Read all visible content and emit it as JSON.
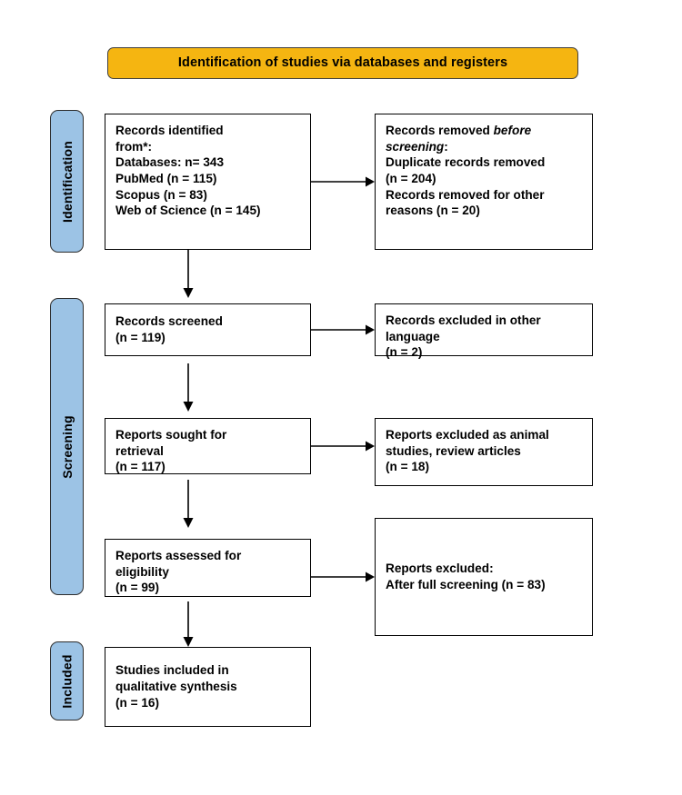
{
  "diagram": {
    "type": "prisma-flow-diagram",
    "title": "Identification of studies via databases and registers",
    "colors": {
      "banner": "#F5B511",
      "stage_tab": "#9CC3E5",
      "box_border": "#000000",
      "background": "#FFFFFF",
      "connector": "#000000"
    }
  },
  "header": {
    "banner_label": "Identification of studies via databases and registers"
  },
  "stages": [
    {
      "id": "identification",
      "label": "Identification"
    },
    {
      "id": "screening",
      "label": "Screening"
    },
    {
      "id": "included",
      "label": "Included"
    }
  ],
  "boxes": {
    "records_identified": {
      "name": "Records identified",
      "line1": "Records identified",
      "line2": "from*:",
      "line3": "Databases: n= 343",
      "line4": "PubMed (n = 115)",
      "line5": "Scopus (n = 83)",
      "line6": "Web of Science (n = 145)",
      "text": "Records identified\nfrom*:\nDatabases: n= 343\nPubMed (n = 115)\nScopus (n = 83)\nWeb of Science (n = 145)"
    },
    "records_removed": {
      "name": "Records removed before screening",
      "lead": "Records removed ",
      "lead_italic": "before screening",
      "lead_tail": ":",
      "rest": "Duplicate records removed\n(n = 204)\nRecords removed for other\nreasons (n = 20)"
    },
    "records_screened": {
      "name": "Records screened",
      "text": "Records screened\n(n = 119)"
    },
    "records_excluded_language": {
      "name": "Records excluded in other language",
      "text": "Records excluded in other\nlanguage\n(n = 2)"
    },
    "reports_sought": {
      "name": "Reports sought for retrieval",
      "text": "Reports sought for\nretrieval\n(n = 117)"
    },
    "reports_excluded_animal": {
      "name": "Reports excluded as animal studies, review articles",
      "text": "Reports excluded as animal\nstudies, review articles\n(n = 18)"
    },
    "reports_assessed": {
      "name": "Reports assessed for eligibility",
      "text": "Reports assessed for\neligibility\n(n = 99)"
    },
    "reports_excluded_full": {
      "name": "Reports excluded after full screening",
      "text": "Reports excluded:\nAfter full screening (n = 83)"
    },
    "studies_included": {
      "name": "Studies included in qualitative synthesis",
      "text": "Studies included in\nqualitative synthesis\n(n = 16)"
    }
  },
  "counts": {
    "databases_total": 343,
    "pubmed": 115,
    "scopus": 83,
    "web_of_science": 145,
    "duplicates_removed": 204,
    "removed_other_reasons": 20,
    "records_screened": 119,
    "excluded_other_language": 2,
    "reports_sought": 117,
    "excluded_animal_review": 18,
    "reports_assessed": 99,
    "excluded_after_full_screening": 83,
    "studies_included": 16
  },
  "connectors": [
    {
      "id": "identified-to-removed",
      "direction": "right"
    },
    {
      "id": "identified-to-screened",
      "direction": "down"
    },
    {
      "id": "screened-to-excluded-language",
      "direction": "right"
    },
    {
      "id": "screened-to-sought",
      "direction": "down"
    },
    {
      "id": "sought-to-excluded-animal",
      "direction": "right"
    },
    {
      "id": "sought-to-assessed",
      "direction": "down"
    },
    {
      "id": "assessed-to-excluded-full",
      "direction": "right"
    },
    {
      "id": "assessed-to-included",
      "direction": "down"
    }
  ]
}
